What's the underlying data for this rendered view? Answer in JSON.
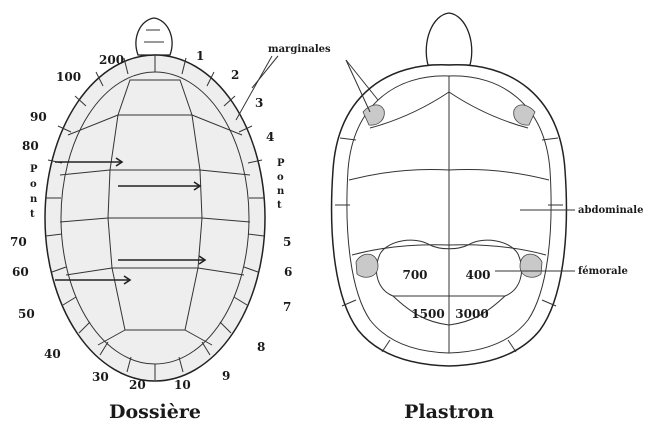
{
  "dossiere": {
    "caption": "Dossière",
    "pont_left": "Pont",
    "pont_right": "Pont",
    "numbers": [
      "200",
      "1",
      "2",
      "3",
      "4",
      "100",
      "90",
      "80",
      "5",
      "70",
      "60",
      "6",
      "7",
      "50",
      "8",
      "40",
      "9",
      "30",
      "20",
      "10"
    ]
  },
  "plastron": {
    "caption": "Plastron",
    "labels": {
      "marginales": "marginales",
      "abdominale": "abdominale",
      "femorale": "fémorale"
    },
    "numbers": [
      "700",
      "400",
      "1500",
      "3000"
    ]
  }
}
